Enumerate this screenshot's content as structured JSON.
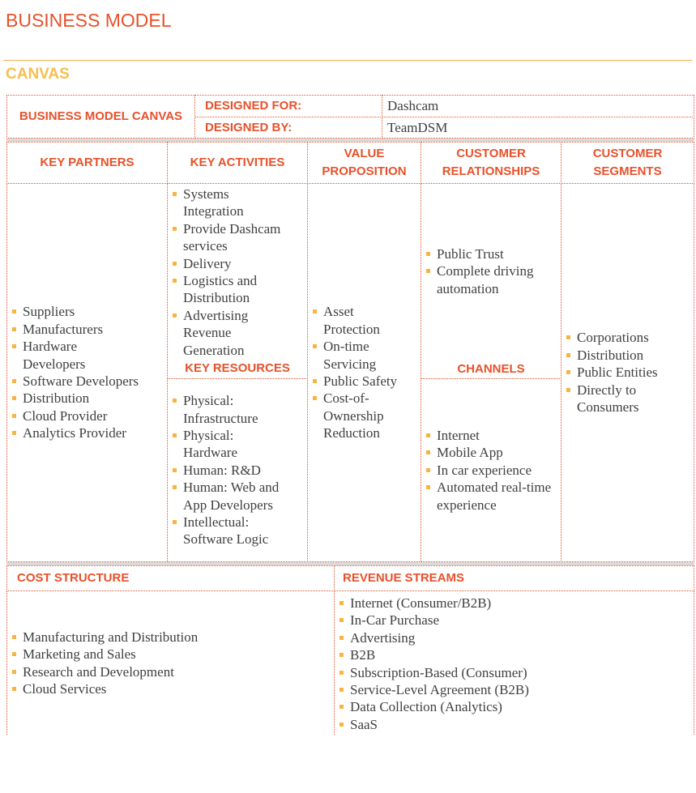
{
  "title": "BUSINESS MODEL",
  "subtitle": "CANVAS",
  "header": {
    "canvas_label": "BUSINESS MODEL CANVAS",
    "designed_for_label": "DESIGNED FOR:",
    "designed_for": "Dashcam",
    "designed_by_label": "DESIGNED BY:",
    "designed_by": "TeamDSM"
  },
  "sections": {
    "key_partners": {
      "title": "KEY PARTNERS",
      "items": [
        "Suppliers",
        "Manufacturers",
        "Hardware Developers",
        "Software Developers",
        "Distribution",
        "Cloud Provider",
        "Analytics Provider"
      ]
    },
    "key_activities": {
      "title": "KEY ACTIVITIES",
      "items": [
        "Systems Integration",
        "Provide Dashcam services",
        "Delivery",
        "Logistics and Distribution",
        "Advertising Revenue Generation"
      ]
    },
    "key_resources": {
      "title": "KEY RESOURCES",
      "items": [
        "Physical: Infrastructure",
        "Physical: Hardware",
        "Human: R&D",
        "Human: Web and App Developers",
        "Intellectual: Software Logic"
      ]
    },
    "value_proposition": {
      "title": "VALUE PROPOSITION",
      "items": [
        "Asset Protection",
        "On-time Servicing",
        "Public Safety",
        "Cost-of-Ownership Reduction"
      ]
    },
    "customer_relationships": {
      "title": "CUSTOMER RELATIONSHIPS",
      "items": [
        "Public Trust",
        "Complete driving automation"
      ]
    },
    "channels": {
      "title": "CHANNELS",
      "items": [
        "Internet",
        "Mobile App",
        "In car experience",
        "Automated real-time experience"
      ]
    },
    "customer_segments": {
      "title": "CUSTOMER SEGMENTS",
      "items": [
        "Corporations",
        "Distribution",
        "Public Entities",
        "Directly to Consumers"
      ]
    },
    "cost_structure": {
      "title": "COST STRUCTURE",
      "items": [
        "Manufacturing and Distribution",
        "Marketing and Sales",
        "Research and Development",
        "Cloud Services"
      ]
    },
    "revenue_streams": {
      "title": "REVENUE STREAMS",
      "items": [
        "Internet (Consumer/B2B)",
        "In-Car Purchase",
        "Advertising",
        "B2B",
        "Subscription-Based (Consumer)",
        "Service-Level Agreement (B2B)",
        "Data Collection (Analytics)",
        "SaaS"
      ]
    }
  }
}
